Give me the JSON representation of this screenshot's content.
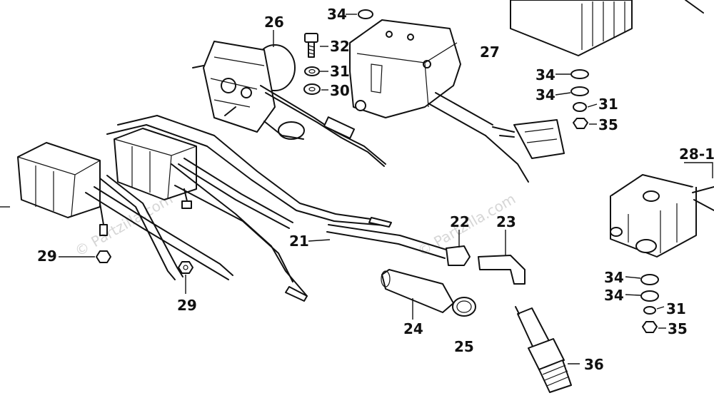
{
  "watermark": "© Partzilla.com",
  "labels": {
    "p21": "21",
    "p22": "22",
    "p23": "23",
    "p24": "24",
    "p25": "25",
    "p26": "26",
    "p27": "27",
    "p28_1": "28-1",
    "p29a": "29",
    "p29b": "29",
    "p30": "30",
    "p31a": "31",
    "p31b": "31",
    "p31c": "31",
    "p32": "32",
    "p34a": "34",
    "p34b": "34",
    "p34c": "34",
    "p34d": "34",
    "p34e": "34",
    "p35a": "35",
    "p35b": "35",
    "p36": "36"
  }
}
